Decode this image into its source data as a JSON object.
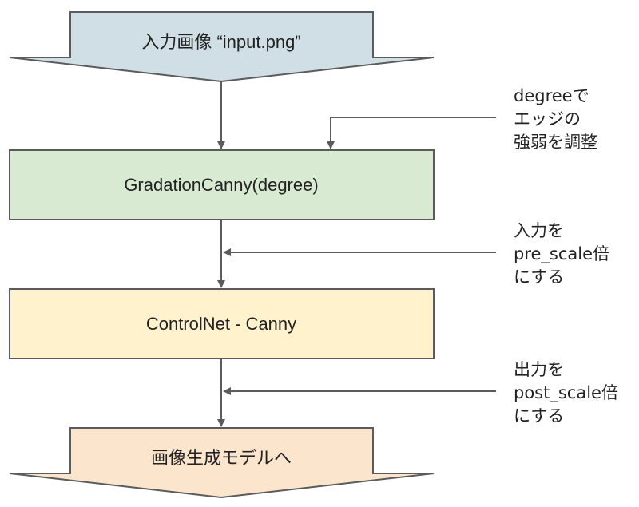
{
  "diagram": {
    "nodes": {
      "input": {
        "label": "入力画像 “input.png”",
        "fill": "#d0dfe6"
      },
      "gradation": {
        "label": "GradationCanny(degree)",
        "fill": "#d9ead3"
      },
      "controlnet": {
        "label": "ControlNet - Canny",
        "fill": "#fff2cc"
      },
      "output": {
        "label": "画像生成モデルへ",
        "fill": "#fce5cd"
      }
    },
    "notes": {
      "degree": [
        "degreeで",
        "エッジの",
        "強弱を調整"
      ],
      "pre_scale": [
        "入力を",
        "pre_scale倍",
        "にする"
      ],
      "post_scale": [
        "出力を",
        "post_scale倍",
        "にする"
      ]
    },
    "colors": {
      "border": "#5b5b5b",
      "edge": "#5b5b5b",
      "text": "#222222"
    }
  }
}
